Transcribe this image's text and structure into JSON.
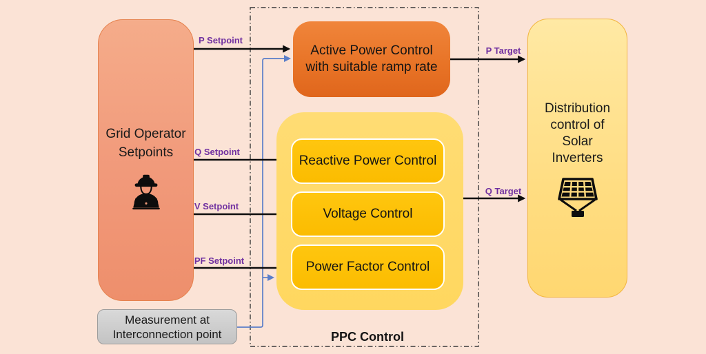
{
  "diagram": {
    "title_group": "PPC Control",
    "nodes": {
      "grid_operator": {
        "line1": "Grid Operator",
        "line2": "Setpoints",
        "icon": "worker-at-laptop-icon"
      },
      "active_power": {
        "line1": "Active Power Control",
        "line2": "with suitable ramp rate"
      },
      "reactive_power": {
        "label": "Reactive Power Control"
      },
      "voltage": {
        "label": "Voltage Control"
      },
      "power_factor": {
        "label": "Power Factor Control"
      },
      "distribution": {
        "lines": [
          "Distribution",
          "control of",
          "Solar",
          "Inverters"
        ],
        "icon": "solar-panel-icon"
      },
      "measurement": {
        "line1": "Measurement at",
        "line2": "Interconnection point"
      }
    },
    "edges": {
      "p_setpoint": "P Setpoint",
      "q_setpoint": "Q Setpoint",
      "v_setpoint": "V Setpoint",
      "pf_setpoint": "PF Setpoint",
      "p_target": "P Target",
      "q_target": "Q Target"
    },
    "colors": {
      "background": "#FBE3D6",
      "grid_operator_box": "#F19979",
      "active_power_box": "#E87427",
      "ppc_container": "#FFD966",
      "sub_box": "#FFC000",
      "distribution_box": "#FFE08A",
      "measurement_box": "#CFCFCF",
      "edge_label": "#7030A0",
      "feedback_line": "#5B7EC9",
      "arrow": "#0D0D0D"
    }
  }
}
